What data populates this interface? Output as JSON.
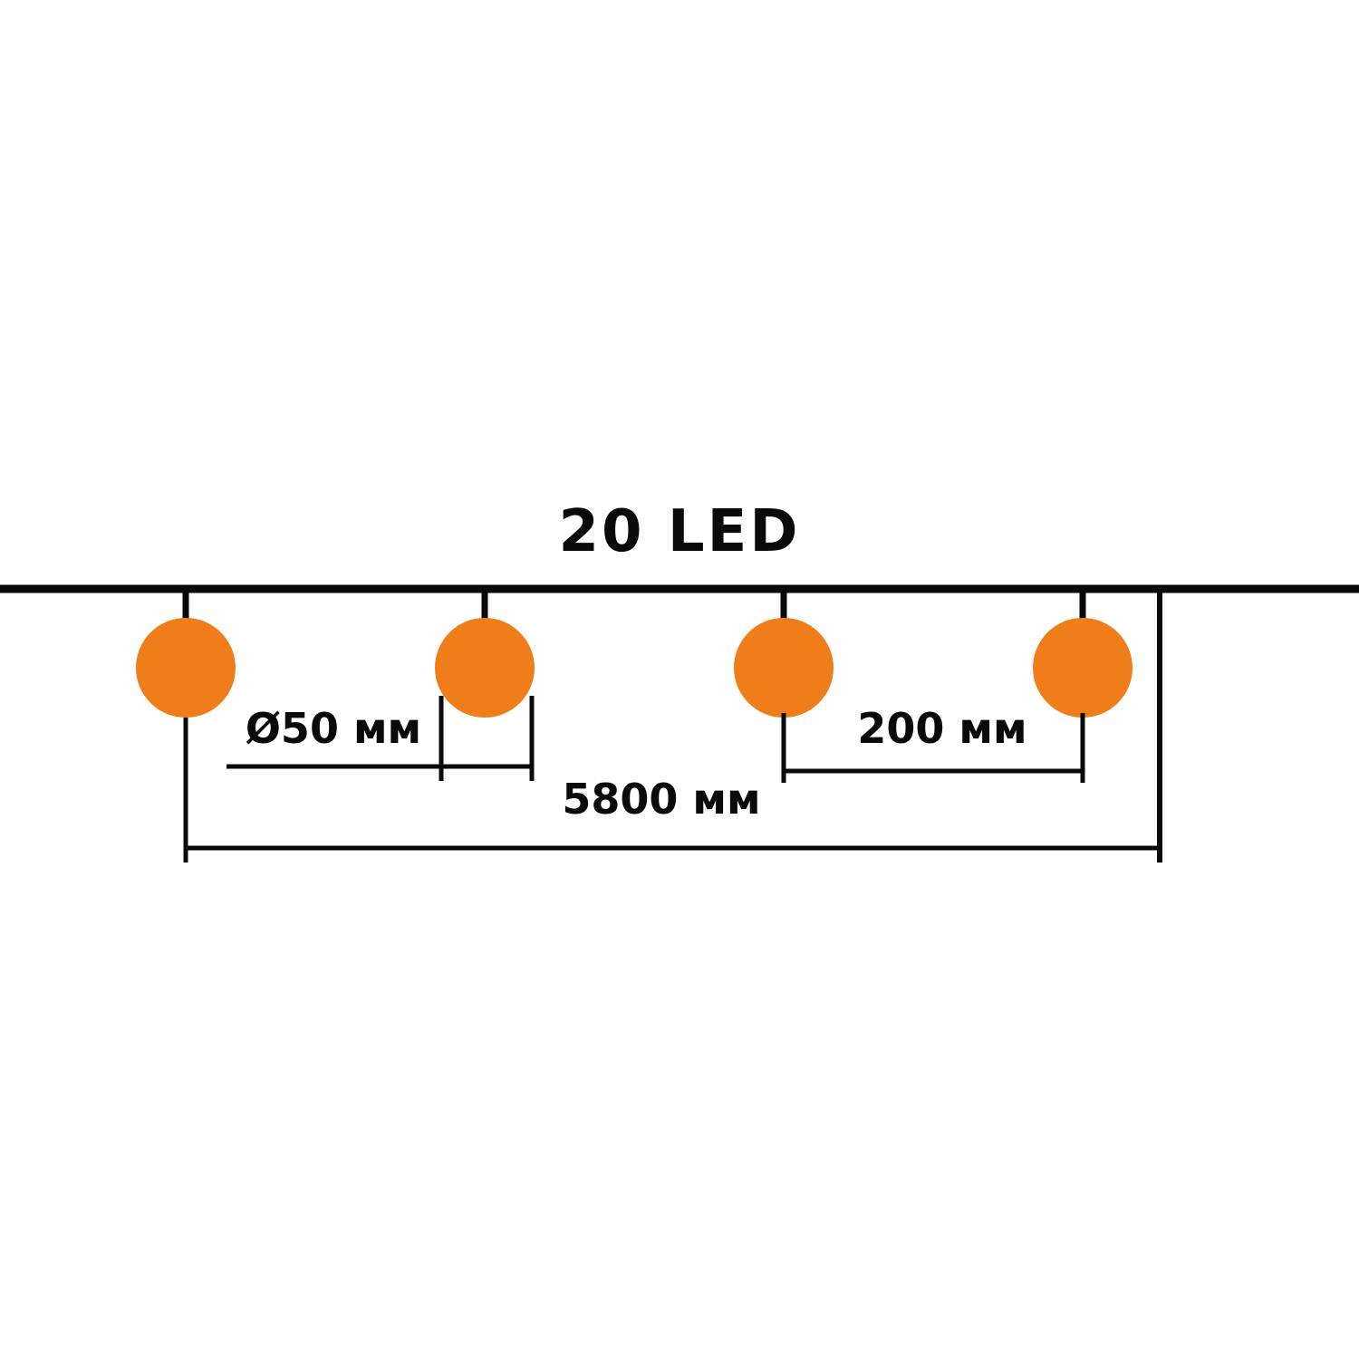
{
  "diagram": {
    "title": "20 LED",
    "dimensions": {
      "bulb_diameter": "Ø50 мм",
      "bulb_spacing": "200 мм",
      "total_length": "5800 мм"
    },
    "colors": {
      "bulb": "#EF7D1A",
      "line": "#0A0A0A"
    },
    "bulbs_shown": 4
  }
}
